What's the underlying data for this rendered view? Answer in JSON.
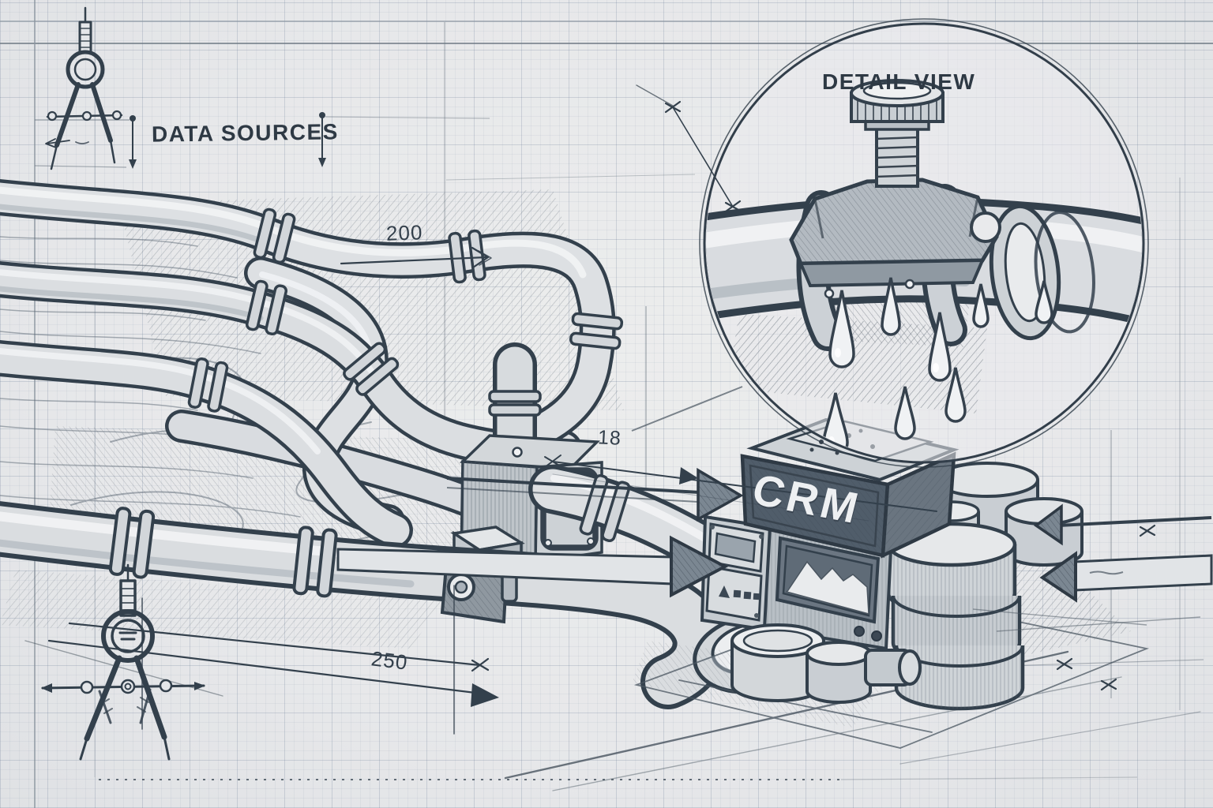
{
  "drawing": {
    "labels": {
      "data_sources": "DATA SOURCES",
      "detail_view": "DETAIL VIEW",
      "system": "CRM"
    },
    "dimensions": {
      "top_length": "200",
      "mid_gap": "18",
      "bottom_length": "250"
    },
    "colors": {
      "paper": "#e9eaec",
      "grid": "#aeb9c6",
      "ink": "#33404c",
      "pipe_fill": "#dbdee1",
      "pipe_highlight": "#f3f4f6",
      "crm_panel_dark": "#505d6a",
      "crm_text": "#eef0f2"
    },
    "icons": [
      {
        "name": "drafting-compass-small-icon"
      },
      {
        "name": "drafting-compass-large-icon"
      },
      {
        "name": "flow-arrow-right-upper-icon"
      },
      {
        "name": "flow-arrow-right-lower-icon"
      },
      {
        "name": "flow-arrow-left-upper-icon"
      },
      {
        "name": "flow-arrow-left-lower-icon"
      },
      {
        "name": "pipe-bundle-icon"
      },
      {
        "name": "junction-box-icon"
      },
      {
        "name": "crm-machine-icon"
      },
      {
        "name": "database-stack-icon"
      },
      {
        "name": "leak-clamp-icon"
      },
      {
        "name": "leak-drips-icon"
      }
    ]
  }
}
